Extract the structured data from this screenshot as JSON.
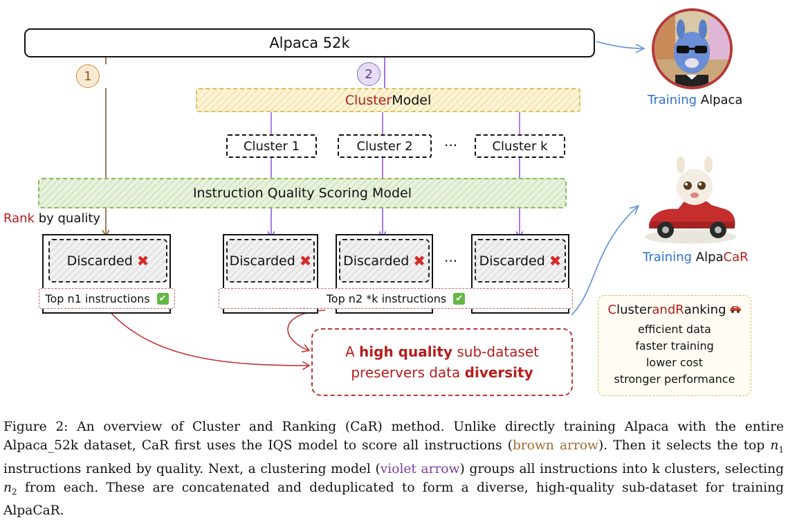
{
  "dataset": {
    "label": "Alpaca 52k"
  },
  "steps": {
    "one": "1",
    "two": "2"
  },
  "cluster_model": {
    "highlight": "Cluster",
    "rest": " Model"
  },
  "clusters": [
    "Cluster 1",
    "Cluster 2",
    "Cluster k"
  ],
  "ellipsis": "···",
  "iqs_model": {
    "label": "Instruction Quality Scoring Model"
  },
  "rank_label": {
    "highlight": "Rank",
    "rest": " by quality"
  },
  "discarded": {
    "label": "Discarded",
    "mark": "✖"
  },
  "top_n1": {
    "label": "Top n1 instructions",
    "check": "✔"
  },
  "top_n2": {
    "label": "Top n2 *k  instructions",
    "check": "✔"
  },
  "result": {
    "line1_pre": "A ",
    "line1_bold": "high quality",
    "line1_post": " sub-dataset",
    "line2_pre": "preservers data ",
    "line2_bold": "diversity"
  },
  "training_alpaca": {
    "prefix": "Training",
    "name": " Alpaca"
  },
  "training_alpacar": {
    "prefix": "Training",
    "name_start": " Alpa",
    "name_highlight": "CaR"
  },
  "benefits": {
    "title_c": "C",
    "title_luster": "luster ",
    "title_and": "and",
    "title_space": " ",
    "title_r": "R",
    "title_anking": "anking",
    "items": [
      "efficient data",
      "faster training",
      "lower cost",
      "stronger performance"
    ]
  },
  "caption": {
    "p1": "Figure 2: An overview of Cluster and Ranking (CaR) method.  Unlike directly training Alpaca with the entire Alpaca_52k dataset, CaR first uses the IQS model to score all instructions (",
    "brown": "brown arrow",
    "p2": "). Then it selects the top ",
    "n1_var": "n",
    "n1_sub": "1",
    "p3": " instructions ranked by quality. Next, a clustering model (",
    "violet": "violet arrow",
    "p4": ") groups all instructions into k clusters, selecting ",
    "n2_var": "n",
    "n2_sub": "2",
    "p5": " from each. These are concatenated and deduplicated to form a diverse, high-quality sub-dataset for training AlpaCaR."
  },
  "colors": {
    "brown_arrow": "#8b5a2b",
    "violet_arrow": "#8a4be0",
    "red_arrow": "#c23232",
    "blue_arrow": "#6b9ad9"
  }
}
